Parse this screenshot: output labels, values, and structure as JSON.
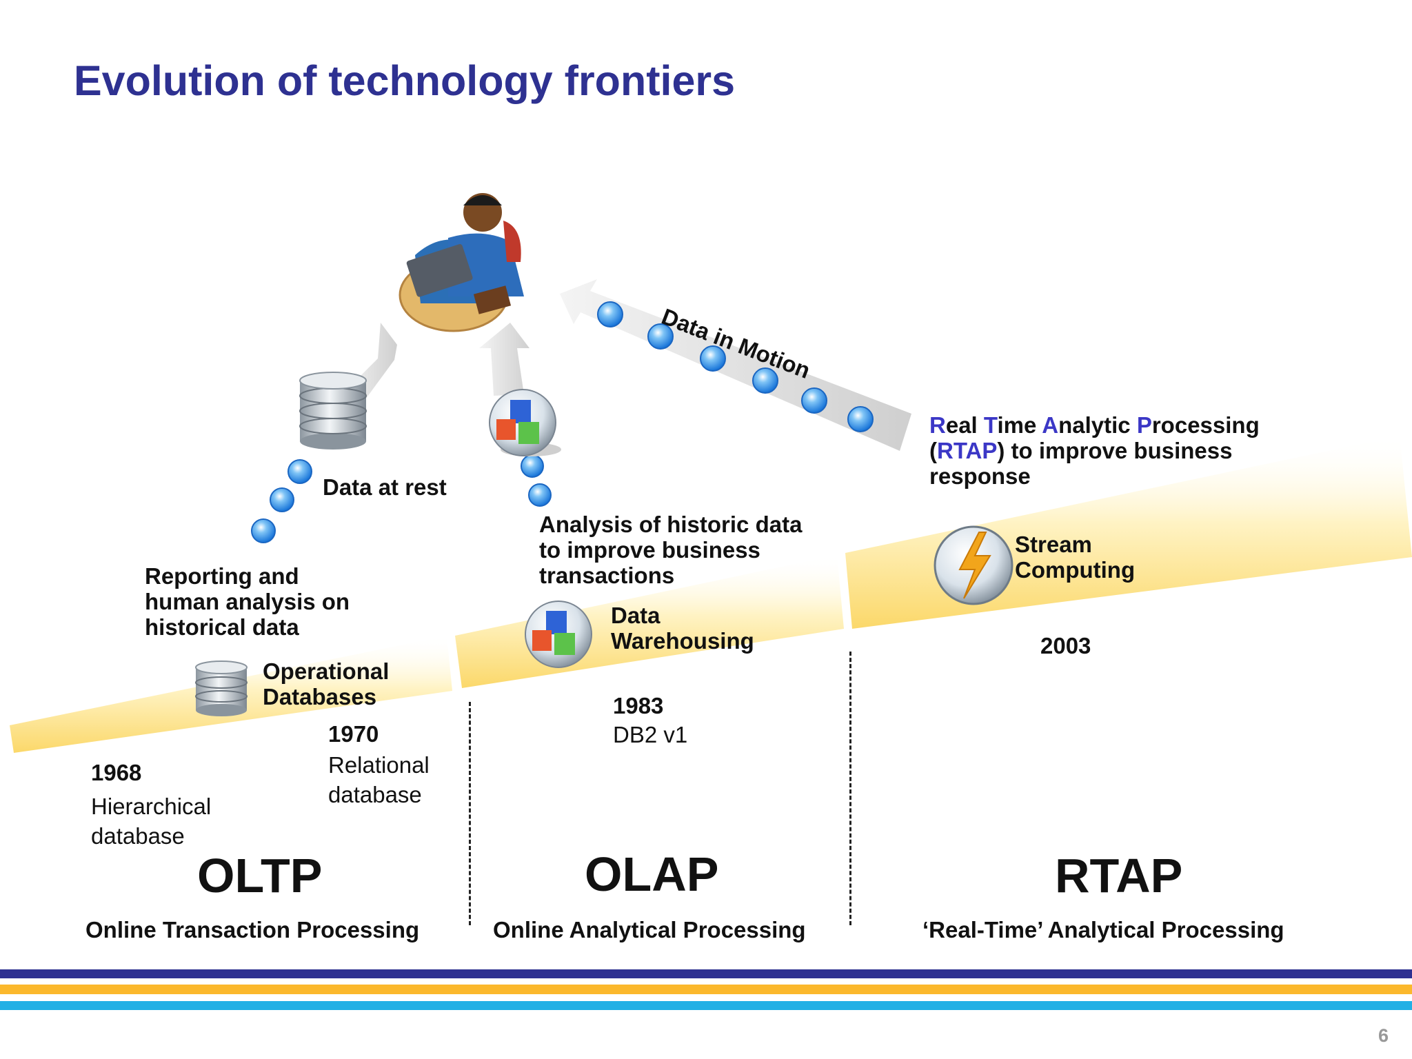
{
  "title": "Evolution of technology frontiers",
  "motion_label": "Data in Motion",
  "rest_label": "Data at rest",
  "reporting_text": "Reporting and human analysis on historical data",
  "operational_db": [
    "Operational",
    "Databases"
  ],
  "analysis_text": [
    "Analysis of historic data",
    "to improve business",
    "transactions"
  ],
  "data_warehousing": [
    "Data",
    "Warehousing"
  ],
  "rtap_desc": {
    "r": "R",
    "r_rest": "eal ",
    "t": "T",
    "t_rest": "ime ",
    "a": "A",
    "a_rest": "nalytic ",
    "p": "P",
    "p_rest": "rocessing",
    "line2_open": "(",
    "line2_abbr": "RTAP",
    "line2_rest": ") to improve business",
    "line3": "response"
  },
  "stream_computing": [
    "Stream",
    "Computing"
  ],
  "milestones": {
    "y1968": "1968",
    "d1968": [
      "Hierarchical",
      "database"
    ],
    "y1970": "1970",
    "d1970": [
      "Relational",
      "database"
    ],
    "y1983": "1983",
    "d1983": "DB2 v1",
    "y2003": "2003"
  },
  "eras": [
    {
      "abbr": "OLTP",
      "name": "Online Transaction Processing"
    },
    {
      "abbr": "OLAP",
      "name": "Online Analytical Processing"
    },
    {
      "abbr": "RTAP",
      "name": "‘Real-Time’ Analytical Processing"
    }
  ],
  "page_number": "6",
  "colors": {
    "title": "#2e3191",
    "highlight": "#3b37c6",
    "stripe_navy": "#2e3191",
    "stripe_gold": "#fbb82c",
    "stripe_sky": "#22b0e5"
  }
}
